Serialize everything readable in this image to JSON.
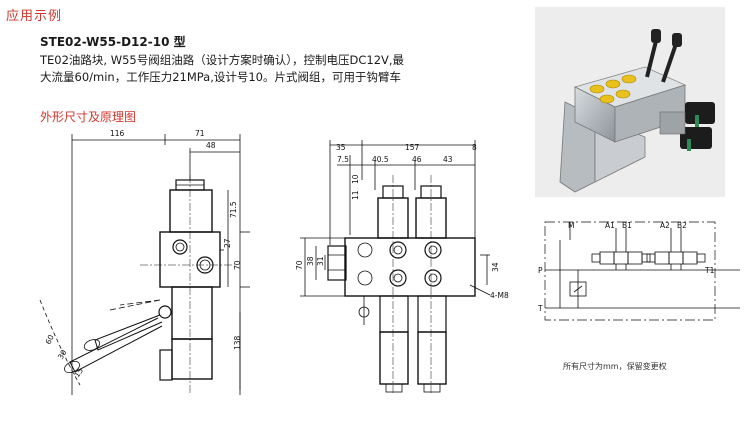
{
  "header": {
    "section_title": "应用示例",
    "model": "STE02-W55-D12-10 型",
    "description_line1": "TE02油路块, W55号阀组油路（设计方案时确认），控制电压DC12V,最",
    "description_line2": "大流量60/min，工作压力21MPa,设计号10。片式阀组，可用于钩臂车",
    "drawing_title": "外形尺寸及原理图"
  },
  "side_view_dims": {
    "d116": "116",
    "d71": "71",
    "d48": "48",
    "d715": "71.5",
    "d27": "27",
    "d70": "70",
    "d138": "138",
    "d60": "60",
    "d30": "30",
    "d15": "15"
  },
  "front_view_dims": {
    "d35": "35",
    "d157": "157",
    "d8": "8",
    "d75": "7.5",
    "d405": "40.5",
    "d46": "46",
    "d43": "43",
    "d10": "10",
    "d11": "11",
    "d70": "70",
    "d38": "38",
    "d31": "31",
    "d34": "34",
    "d4m8": "4-M8"
  },
  "schematic": {
    "port_M": "M",
    "port_A1": "A1",
    "port_B1": "B1",
    "port_A2": "A2",
    "port_B2": "B2",
    "port_P": "P",
    "port_T": "T",
    "port_T1": "T1"
  },
  "footer_note": "所有尺寸为mm，保留变更权",
  "colors": {
    "title_red": "#d2372e",
    "line": "#111111",
    "valve_yellow": "#e9c01c",
    "photo_bg": "#ededed"
  }
}
